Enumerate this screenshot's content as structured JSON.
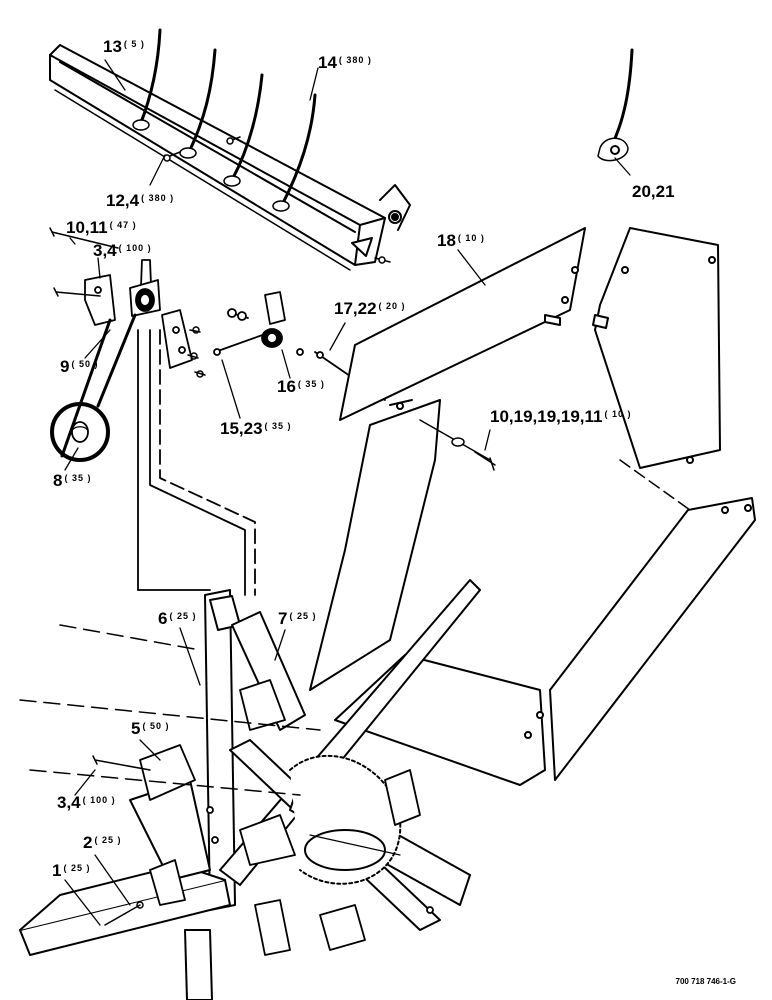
{
  "drawing": {
    "reference_number": "700 718 746-1-G",
    "callouts": [
      {
        "id": "c13",
        "number": "13",
        "qty": "( 5 )"
      },
      {
        "id": "c14",
        "number": "14",
        "qty": "( 380 )"
      },
      {
        "id": "c12_4",
        "number": "12,4",
        "qty": "( 380 )"
      },
      {
        "id": "c20_21",
        "number": "20,21",
        "qty": ""
      },
      {
        "id": "c10_11",
        "number": "10,11",
        "qty": "( 47 )"
      },
      {
        "id": "c3_4_top",
        "number": "3,4",
        "qty": "( 100 )"
      },
      {
        "id": "c18",
        "number": "18",
        "qty": "( 10 )"
      },
      {
        "id": "c17_22",
        "number": "17,22",
        "qty": "( 20 )"
      },
      {
        "id": "c9",
        "number": "9",
        "qty": "( 50 )"
      },
      {
        "id": "c16",
        "number": "16",
        "qty": "( 35 )"
      },
      {
        "id": "c15_23",
        "number": "15,23",
        "qty": "( 35 )"
      },
      {
        "id": "c10_19",
        "number": "10,19,19,19,11",
        "qty": "( 10 )"
      },
      {
        "id": "c8",
        "number": "8",
        "qty": "( 35 )"
      },
      {
        "id": "c6",
        "number": "6",
        "qty": "( 25 )"
      },
      {
        "id": "c7",
        "number": "7",
        "qty": "( 25 )"
      },
      {
        "id": "c5",
        "number": "5",
        "qty": "( 50 )"
      },
      {
        "id": "c3_4_bot",
        "number": "3,4",
        "qty": "( 100 )"
      },
      {
        "id": "c2",
        "number": "2",
        "qty": "( 25 )"
      },
      {
        "id": "c1",
        "number": "1",
        "qty": "( 25 )"
      }
    ]
  }
}
